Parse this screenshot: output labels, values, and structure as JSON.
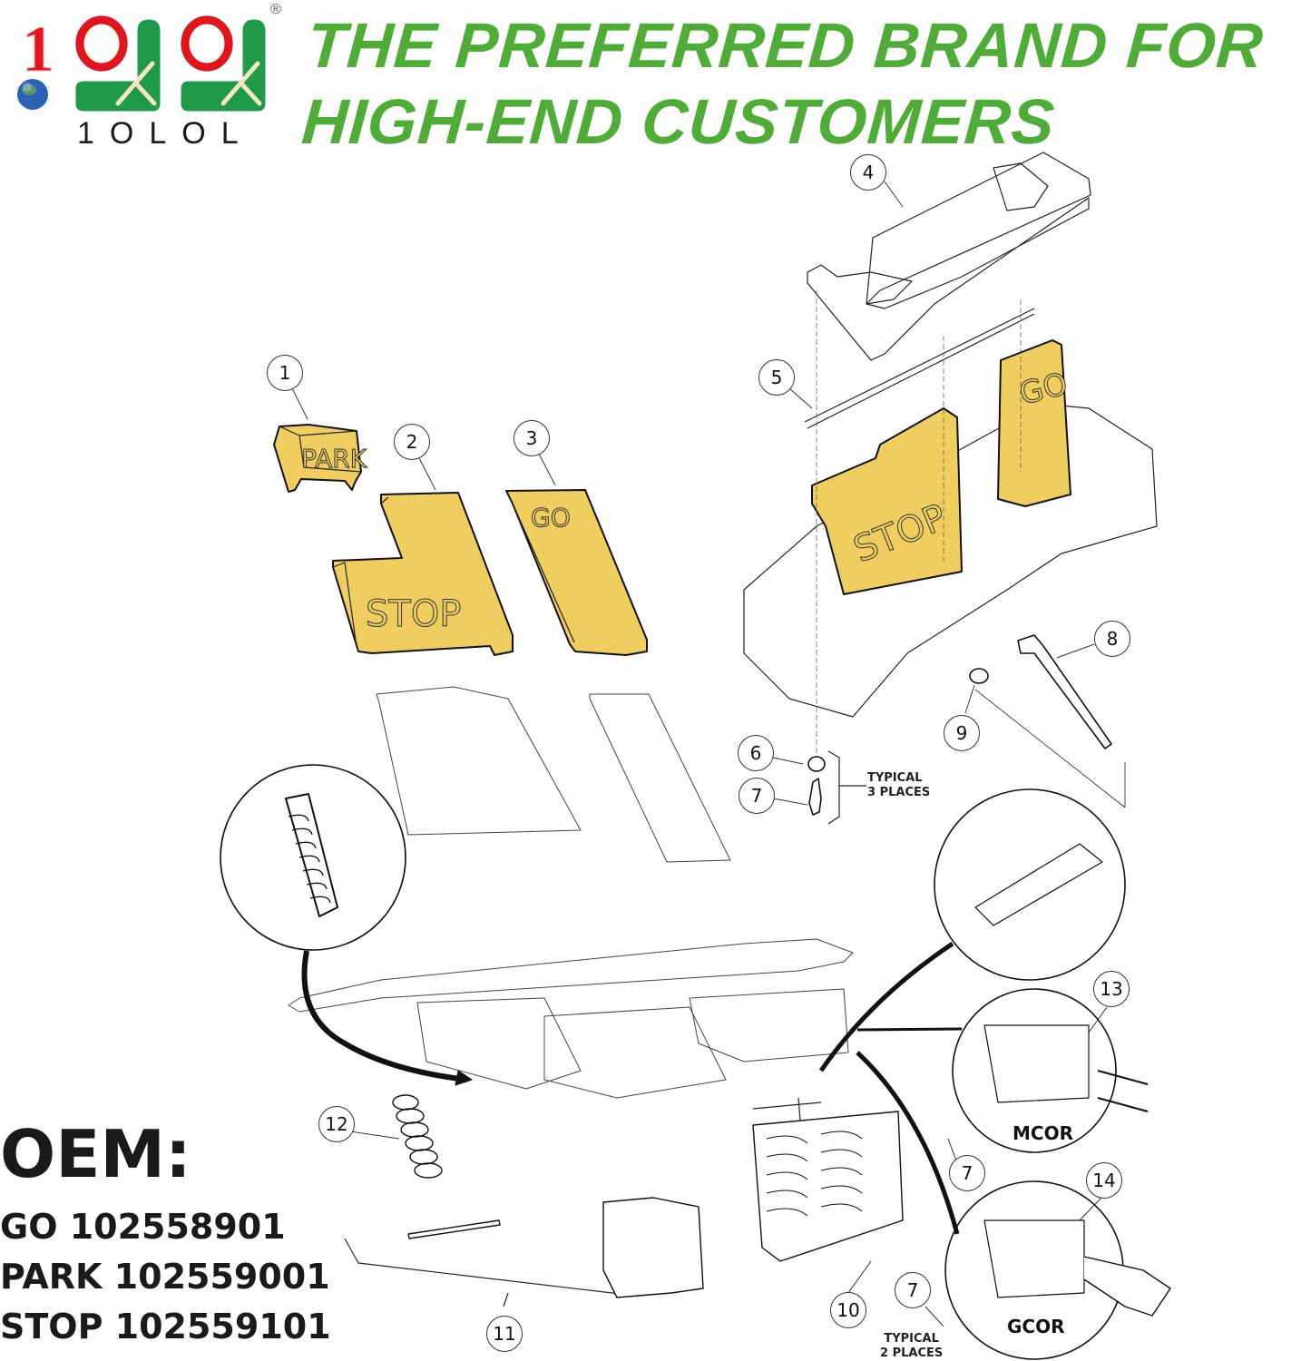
{
  "brand": {
    "logo_text": "1OLOL",
    "registered_mark": "®",
    "colors": {
      "red": "#e3141c",
      "green": "#1f9a48",
      "blue": "#2a62b5"
    }
  },
  "headline": {
    "line1": "THE PREFERRED BRAND FOR",
    "line2": "HIGH-END CUSTOMERS",
    "color": "#4fad37"
  },
  "oem": {
    "title": "OEM:",
    "items": [
      {
        "label": "GO",
        "number": "102558901",
        "text": "GO 102558901"
      },
      {
        "label": "PARK",
        "number": "102559001",
        "text": "PARK 102559001"
      },
      {
        "label": "STOP",
        "number": "102559101",
        "text": "STOP 102559101"
      }
    ]
  },
  "diagram": {
    "part_color": "#f0cd5f",
    "callouts": [
      {
        "id": "1",
        "label": "1"
      },
      {
        "id": "2",
        "label": "2"
      },
      {
        "id": "3",
        "label": "3"
      },
      {
        "id": "4",
        "label": "4"
      },
      {
        "id": "5",
        "label": "5"
      },
      {
        "id": "6",
        "label": "6"
      },
      {
        "id": "7a",
        "label": "7"
      },
      {
        "id": "8",
        "label": "8"
      },
      {
        "id": "9",
        "label": "9"
      },
      {
        "id": "10",
        "label": "10"
      },
      {
        "id": "11",
        "label": "11"
      },
      {
        "id": "12",
        "label": "12"
      },
      {
        "id": "13",
        "label": "13"
      },
      {
        "id": "7b",
        "label": "7"
      },
      {
        "id": "14",
        "label": "14"
      },
      {
        "id": "7c",
        "label": "7"
      }
    ],
    "pad_labels": {
      "park": "PARK",
      "stop": "STOP",
      "go": "GO",
      "stop_installed": "STOP",
      "go_installed": "GO"
    },
    "notes": {
      "typical_3": [
        "TYPICAL",
        "3 PLACES"
      ],
      "typical_2": [
        "TYPICAL",
        "2 PLACES"
      ]
    },
    "detail_labels": {
      "mcor": "MCOR",
      "gcor": "GCOR"
    }
  }
}
